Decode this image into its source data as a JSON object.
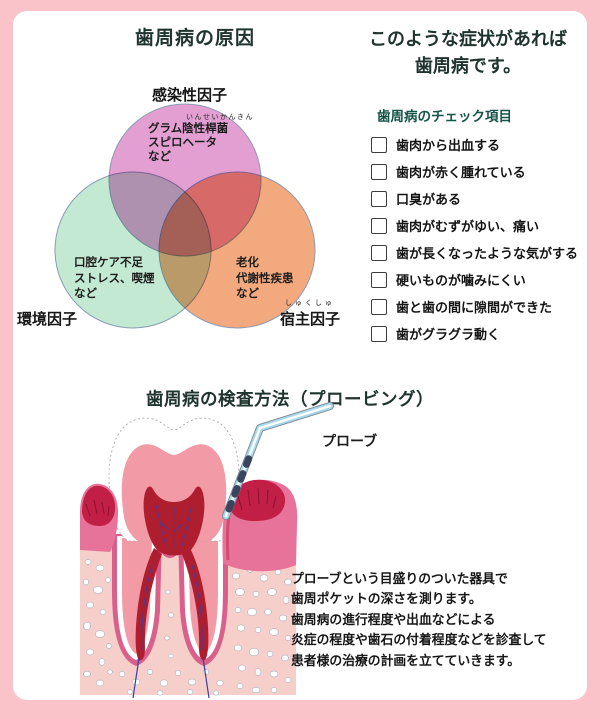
{
  "palette": {
    "frame": "#F9C3C9",
    "paper": "#FFFFFF",
    "heading": "#20342F",
    "check_heading": "#155447",
    "venn_infectious": "#E39FD2",
    "venn_environment": "#C3E9D3",
    "venn_host": "#F2A97E",
    "probe_blue": "#A9D9EC"
  },
  "venn_section": {
    "title": "歯周病の原因",
    "circles": {
      "infectious": {
        "label": "感染性因子",
        "furigana": "いんせいかんきん",
        "lines": [
          "グラム陰性桿菌",
          "スピロヘータ",
          "など"
        ]
      },
      "environment": {
        "label": "環境因子",
        "lines": [
          "口腔ケア不足",
          "ストレス、喫煙",
          "など"
        ]
      },
      "host": {
        "label": "宿主因子",
        "furigana": "しゅくしゅ",
        "lines": [
          "老化",
          "代謝性疾患",
          "など"
        ]
      }
    }
  },
  "symptoms_section": {
    "title_line1": "このような症状があれば",
    "title_line2": "歯周病です。",
    "checklist_title": "歯周病のチェック項目",
    "items": [
      "歯肉から出血する",
      "歯肉が赤く腫れている",
      "口臭がある",
      "歯肉がむずがゆい、痛い",
      "歯が長くなったような気がする",
      "硬いものが噛みにくい",
      "歯と歯の間に隙間ができた",
      "歯がグラグラ動く"
    ]
  },
  "probing_section": {
    "title": "歯周病の検査方法（プロービング）",
    "probe_label": "プローブ",
    "description_lines": [
      "プローブという目盛りのついた器具で",
      "歯周ポケットの深さを測ります。",
      "歯周病の進行程度や出血などによる",
      "炎症の程度や歯石の付着程度などを診査して",
      "患者様の治療の計画を立てていきます。"
    ]
  }
}
